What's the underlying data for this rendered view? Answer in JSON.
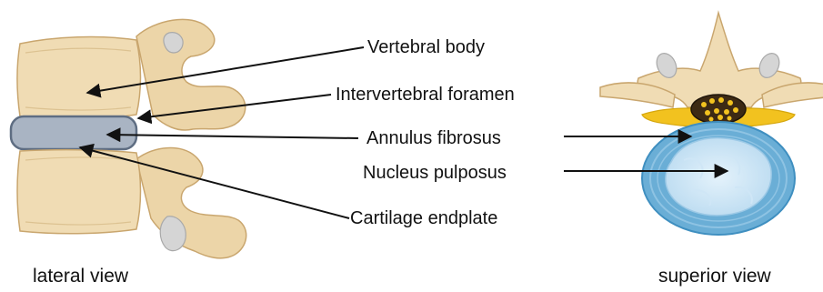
{
  "labels": {
    "vertebral_body": "Vertebral body",
    "intervertebral_foramen": "Intervertebral foramen",
    "annulus_fibrosus": "Annulus fibrosus",
    "nucleus_pulposus": "Nucleus pulposus",
    "cartilage_endplate": "Cartilage endplate"
  },
  "captions": {
    "lateral": "lateral view",
    "superior": "superior view"
  },
  "colors": {
    "bone": "#f0dcb4",
    "bone_outline": "#c9a66e",
    "bone_shadow": "#dcc291",
    "disc_lateral": "#a9b4c3",
    "disc_outline": "#5e6d82",
    "annulus": "#6aaed6",
    "annulus_dark": "#3f8fc0",
    "nucleus": "#cfe6f6",
    "ligament": "#f2c21f",
    "spinal_cord": "#3d2a14",
    "nerve_dots": "#f2c21f",
    "facet_gray": "#cfcfcf",
    "arrow": "#111111"
  }
}
